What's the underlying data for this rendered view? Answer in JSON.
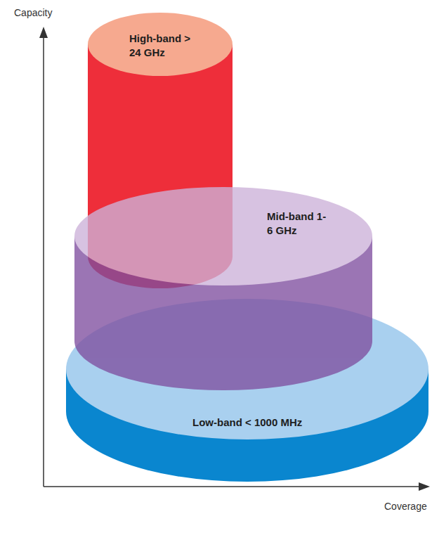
{
  "diagram": {
    "nodes": [
      {
        "text": [
          "High-band > 24 GHz"
        ]
      },
      {
        "text": [
          "Mid-band 1-6 GHz"
        ]
      },
      {
        "text": [
          "Low-band < 1000 MHz"
        ]
      }
    ],
    "labels": [
      "Capacity",
      "Coverage"
    ]
  }
}
